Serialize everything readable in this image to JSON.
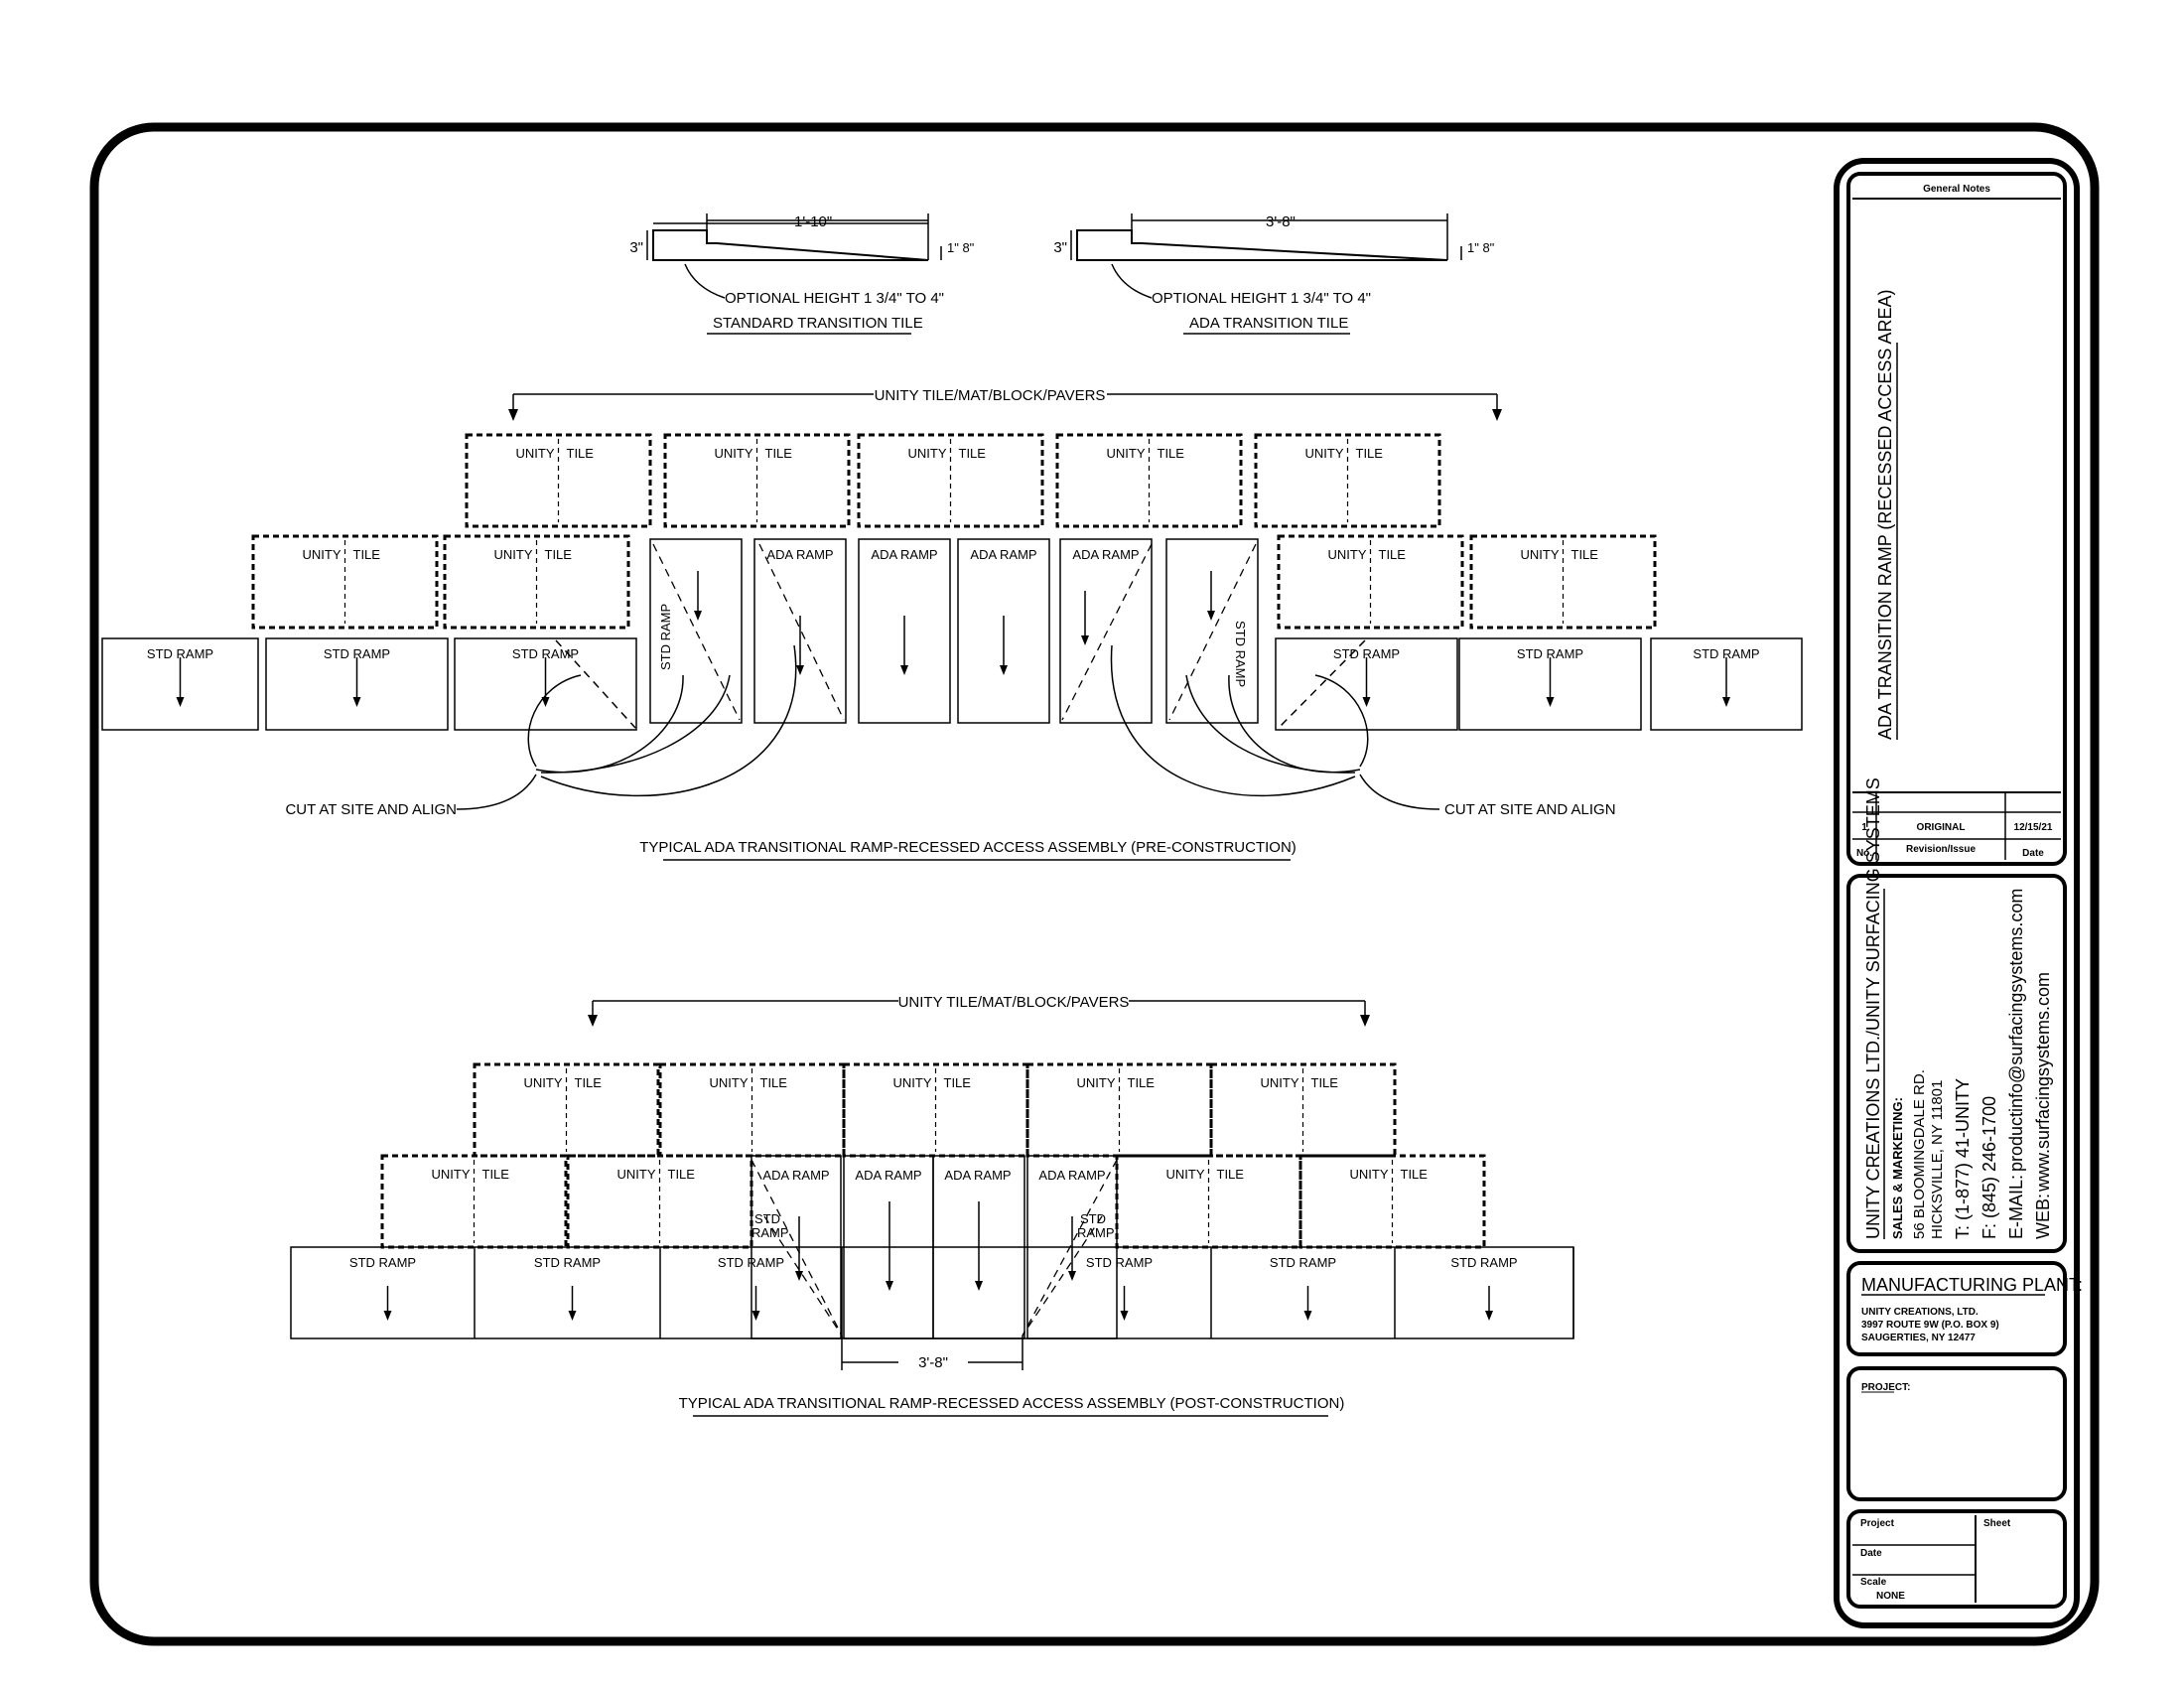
{
  "top_details": {
    "standard_tile": {
      "length": "1'-10\"",
      "height_high": "3\"",
      "height_low": "1\" 8\"",
      "optional_note": "OPTIONAL HEIGHT 1 3/4\" TO 4\"",
      "title": "STANDARD TRANSITION TILE"
    },
    "ada_tile": {
      "length": "3'-8\"",
      "height_high": "3\"",
      "height_low": "1\" 8\"",
      "optional_note": "OPTIONAL HEIGHT 1 3/4\" TO 4\"",
      "title": "ADA TRANSITION TILE"
    }
  },
  "pre_construction": {
    "span_label": "UNITY TILE/MAT/BLOCK/PAVERS",
    "tile_left": "UNITY",
    "tile_right": "TILE",
    "std_ramp": "STD RAMP",
    "ada_ramp": "ADA RAMP",
    "cut_note_left": "CUT AT SITE AND ALIGN",
    "cut_note_right": "CUT AT SITE AND ALIGN",
    "title": "TYPICAL ADA TRANSITIONAL RAMP-RECESSED ACCESS ASSEMBLY (PRE-CONSTRUCTION)"
  },
  "post_construction": {
    "span_label": "UNITY TILE/MAT/BLOCK/PAVERS",
    "tile_left": "UNITY",
    "tile_right": "TILE",
    "std_ramp": "STD RAMP",
    "ada_ramp": "ADA RAMP",
    "std_small": [
      "STD",
      "RAMP"
    ],
    "dimension": "3'-8\"",
    "title": "TYPICAL ADA TRANSITIONAL RAMP-RECESSED ACCESS ASSEMBLY (POST-CONSTRUCTION)"
  },
  "title_block": {
    "general_notes": "General Notes",
    "drawing_title": "ADA TRANSITION RAMP (RECESSED ACCESS AREA)",
    "revision": {
      "no": "1",
      "description": "ORIGINAL",
      "date": "12/15/21"
    },
    "revision_headers": {
      "no": "No.",
      "description": "Revision/Issue",
      "date": "Date"
    },
    "company": "UNITY CREATIONS LTD./UNITY SURFACING SYSTEMS",
    "sales_label": "SALES & MARKETING:",
    "address1": "56 BLOOMINGDALE RD.",
    "address2": "HICKSVILLE, NY 11801",
    "phone": "T: (1-877) 41-UNITY",
    "fax": "F: (845) 246-1700",
    "email_label": "E-MAIL:",
    "email": "productinfo@surfacingsystems.com",
    "web_label": "WEB:",
    "web": "www.surfacingsystems.com",
    "plant_heading": "MANUFACTURING PLANT:",
    "plant_lines": [
      "UNITY CREATIONS, LTD.",
      "3997 ROUTE 9W (P.O. BOX 9)",
      "SAUGERTIES, NY 12477"
    ],
    "project_label": "PROJECT:",
    "labels": {
      "project": "Project",
      "sheet": "Sheet",
      "date": "Date",
      "scale": "Scale"
    },
    "scale_value": "NONE"
  }
}
